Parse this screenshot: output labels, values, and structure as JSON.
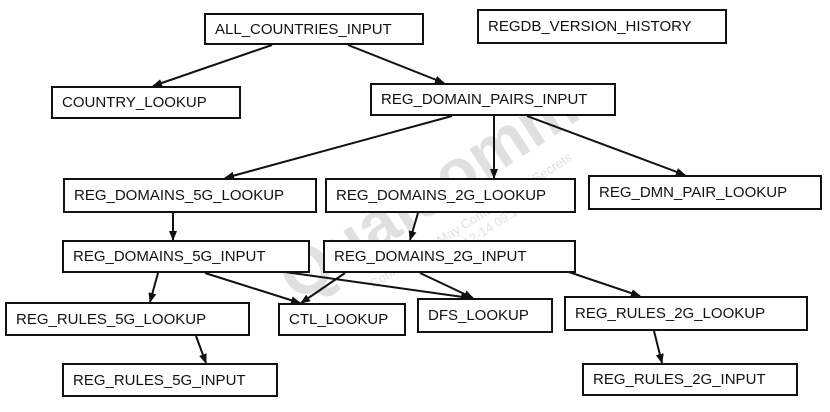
{
  "nodes": [
    {
      "id": "all_countries_input",
      "label": "ALL_COUNTRIES_INPUT"
    },
    {
      "id": "regdb_version_history",
      "label": "REGDB_VERSION_HISTORY"
    },
    {
      "id": "country_lookup",
      "label": "COUNTRY_LOOKUP"
    },
    {
      "id": "reg_domain_pairs_input",
      "label": "REG_DOMAIN_PAIRS_INPUT"
    },
    {
      "id": "reg_domains_5g_lookup",
      "label": "REG_DOMAINS_5G_LOOKUP"
    },
    {
      "id": "reg_domains_2g_lookup",
      "label": "REG_DOMAINS_2G_LOOKUP"
    },
    {
      "id": "reg_dmn_pair_lookup",
      "label": "REG_DMN_PAIR_LOOKUP"
    },
    {
      "id": "reg_domains_5g_input",
      "label": "REG_DOMAINS_5G_INPUT"
    },
    {
      "id": "reg_domains_2g_input",
      "label": "REG_DOMAINS_2G_INPUT"
    },
    {
      "id": "reg_rules_5g_lookup",
      "label": "REG_RULES_5G_LOOKUP"
    },
    {
      "id": "ctl_lookup",
      "label": "CTL_LOOKUP"
    },
    {
      "id": "dfs_lookup",
      "label": "DFS_LOOKUP"
    },
    {
      "id": "reg_rules_2g_lookup",
      "label": "REG_RULES_2G_LOOKUP"
    },
    {
      "id": "reg_rules_5g_input",
      "label": "REG_RULES_5G_INPUT"
    },
    {
      "id": "reg_rules_2g_input",
      "label": "REG_RULES_2G_INPUT"
    }
  ],
  "edges": [
    {
      "from": "all_countries_input",
      "to": "country_lookup"
    },
    {
      "from": "all_countries_input",
      "to": "reg_domain_pairs_input"
    },
    {
      "from": "reg_domain_pairs_input",
      "to": "reg_domains_5g_lookup"
    },
    {
      "from": "reg_domain_pairs_input",
      "to": "reg_domains_2g_lookup"
    },
    {
      "from": "reg_domain_pairs_input",
      "to": "reg_dmn_pair_lookup"
    },
    {
      "from": "reg_domains_5g_lookup",
      "to": "reg_domains_5g_input"
    },
    {
      "from": "reg_domains_2g_lookup",
      "to": "reg_domains_2g_input"
    },
    {
      "from": "reg_domains_5g_input",
      "to": "reg_rules_5g_lookup"
    },
    {
      "from": "reg_domains_5g_input",
      "to": "ctl_lookup"
    },
    {
      "from": "reg_domains_5g_input",
      "to": "dfs_lookup"
    },
    {
      "from": "reg_domains_2g_input",
      "to": "ctl_lookup"
    },
    {
      "from": "reg_domains_2g_input",
      "to": "dfs_lookup"
    },
    {
      "from": "reg_domains_2g_input",
      "to": "reg_rules_2g_lookup"
    },
    {
      "from": "reg_rules_5g_lookup",
      "to": "reg_rules_5g_input"
    },
    {
      "from": "reg_rules_2g_lookup",
      "to": "reg_rules_2g_input"
    }
  ],
  "watermark": {
    "brand": "Qualcomm",
    "lines": [
      "Confidential - May Contain Trade Secrets",
      "2024-12-14 09:13"
    ]
  },
  "colors": {
    "line": "#111111",
    "box_border": "#111111",
    "watermark": "#c8c8c8"
  }
}
